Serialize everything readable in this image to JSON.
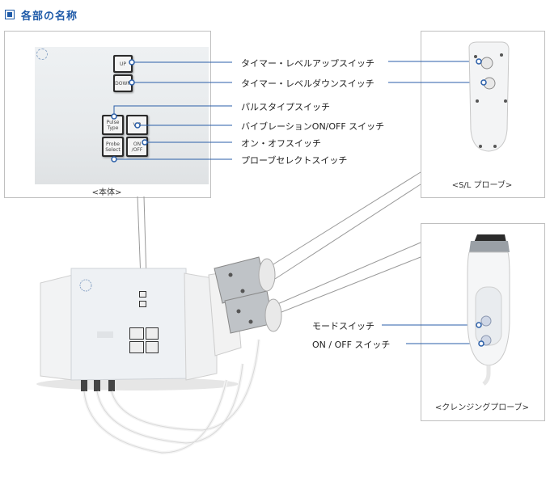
{
  "header": {
    "title": "各部の名称",
    "icon": "square-bullet-icon",
    "accent_color": "#1e5aa8"
  },
  "main_panel": {
    "caption": "<本体>",
    "buttons": {
      "up": "UP",
      "down": "DOWN",
      "pulse_type": "Pulse Type",
      "vib": "VIB",
      "probe_select": "Probe Select",
      "on_off": "ON ∕OFF"
    },
    "callouts": [
      "タイマー・レベルアップスイッチ",
      "タイマー・レベルダウンスイッチ",
      "パルスタイプスイッチ",
      "バイブレーションON/OFF スイッチ",
      "オン・オフスイッチ",
      "プローブセレクトスイッチ"
    ]
  },
  "sl_probe": {
    "caption": "<S/L プローブ>"
  },
  "cleansing_probe": {
    "caption": "<クレンジングプローブ>",
    "callouts": [
      "モードスイッチ",
      "ON / OFF スイッチ"
    ]
  }
}
